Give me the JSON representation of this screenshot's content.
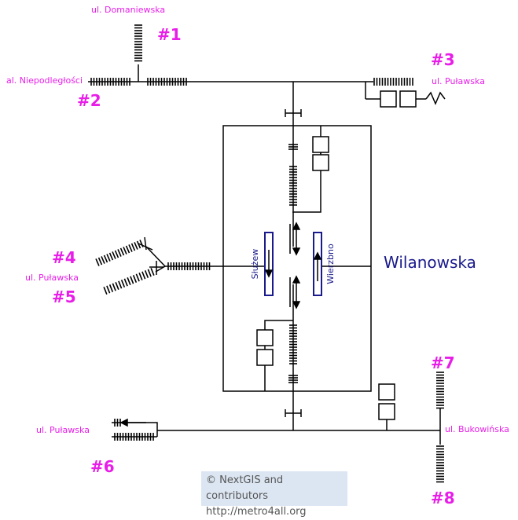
{
  "station": {
    "name": "Wilanowska"
  },
  "platform": {
    "left_label": "Służew",
    "right_label": "Wierzbno",
    "color": "#1a1a8c"
  },
  "exits": [
    {
      "number": "#1",
      "street": "ul. Domaniewska"
    },
    {
      "number": "#2",
      "street": "al. Niepodległości"
    },
    {
      "number": "#3",
      "street": "ul. Puławska"
    },
    {
      "number": "#4",
      "street": "ul. Puławska"
    },
    {
      "number": "#5",
      "street": ""
    },
    {
      "number": "#6",
      "street": "ul. Puławska"
    },
    {
      "number": "#7",
      "street": "ul. Bukowińska"
    },
    {
      "number": "#8",
      "street": ""
    }
  ],
  "credit": {
    "line1": "© NextGIS and contributors",
    "line2": "http://metro4all.org"
  },
  "colors": {
    "exit_label": "#e81ee8",
    "line": "#000000",
    "credit_bg": "#dce6f2"
  }
}
